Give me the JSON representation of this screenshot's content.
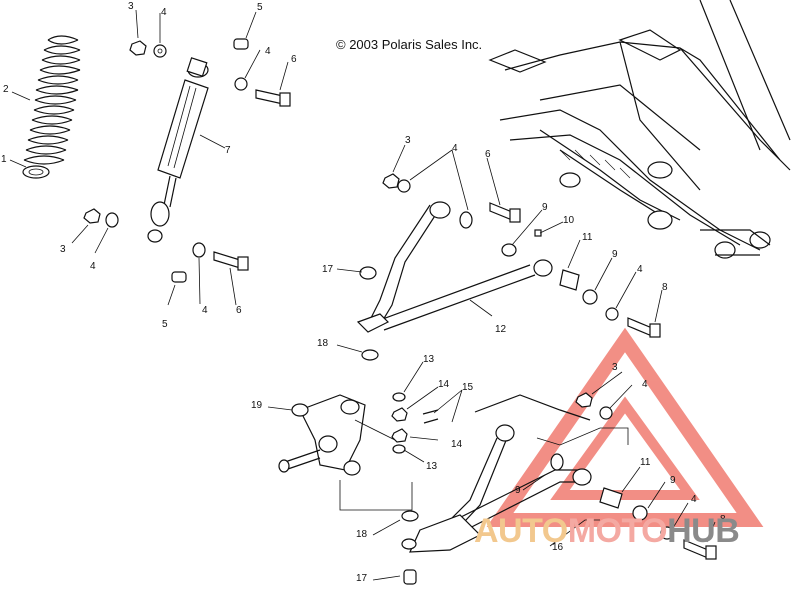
{
  "copyright": "© 2003 Polaris Sales Inc.",
  "watermark": {
    "part1": "AUTO",
    "part2": "MOTO",
    "part3": "HUB",
    "color1": "#f2c88e",
    "color2": "#f4a9a2",
    "color3": "#8a8a8a",
    "triangle_color": "#f07b70"
  },
  "callouts": [
    {
      "label": "1"
    },
    {
      "label": "2"
    },
    {
      "label": "3"
    },
    {
      "label": "4"
    },
    {
      "label": "5"
    },
    {
      "label": "4"
    },
    {
      "label": "6"
    },
    {
      "label": "7"
    },
    {
      "label": "3"
    },
    {
      "label": "4"
    },
    {
      "label": "5"
    },
    {
      "label": "4"
    },
    {
      "label": "6"
    },
    {
      "label": "3"
    },
    {
      "label": "4"
    },
    {
      "label": "6"
    },
    {
      "label": "9"
    },
    {
      "label": "10"
    },
    {
      "label": "11"
    },
    {
      "label": "9"
    },
    {
      "label": "4"
    },
    {
      "label": "8"
    },
    {
      "label": "17"
    },
    {
      "label": "12"
    },
    {
      "label": "18"
    },
    {
      "label": "13"
    },
    {
      "label": "14"
    },
    {
      "label": "15"
    },
    {
      "label": "19"
    },
    {
      "label": "14"
    },
    {
      "label": "13"
    },
    {
      "label": "3"
    },
    {
      "label": "4"
    },
    {
      "label": "9"
    },
    {
      "label": "11"
    },
    {
      "label": "9"
    },
    {
      "label": "4"
    },
    {
      "label": "8"
    },
    {
      "label": "18"
    },
    {
      "label": "16"
    },
    {
      "label": "17"
    }
  ]
}
